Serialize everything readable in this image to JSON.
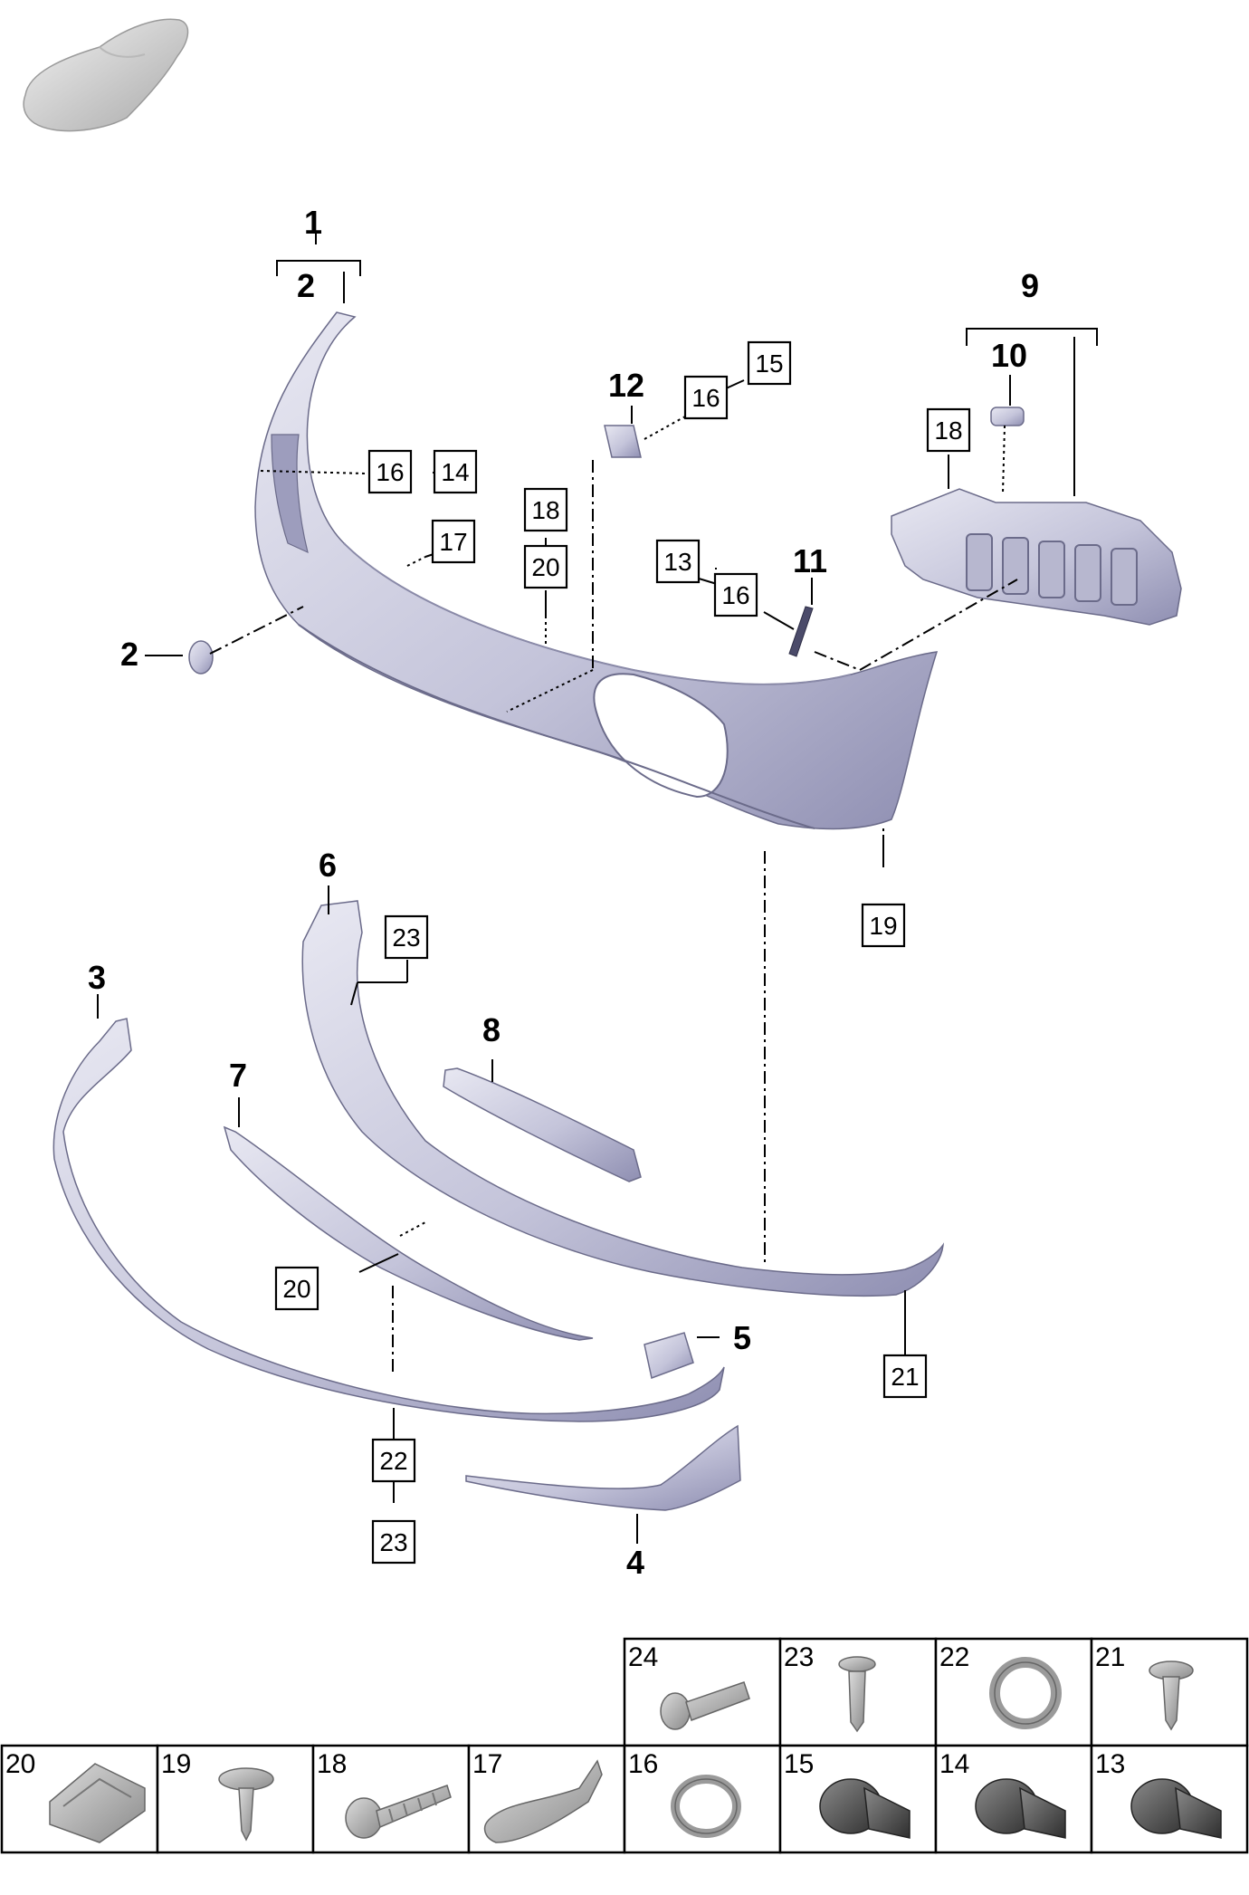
{
  "callouts_bold": {
    "c1": "1",
    "c2a": "2",
    "c2b": "2",
    "c3": "3",
    "c4": "4",
    "c5": "5",
    "c6": "6",
    "c7": "7",
    "c8": "8",
    "c9": "9",
    "c10": "10",
    "c11": "11",
    "c12": "12"
  },
  "callouts_boxed": {
    "b15": "15",
    "b16a": "16",
    "b16b": "16",
    "b14": "14",
    "b17": "17",
    "b18a": "18",
    "b20a": "20",
    "b13": "13",
    "b16c": "16",
    "b18b": "18",
    "b19": "19",
    "b23a": "23",
    "b20b": "20",
    "b21": "21",
    "b22": "22",
    "b23b": "23"
  },
  "hardware_table": {
    "top_row": [
      "24",
      "23",
      "22",
      "21"
    ],
    "bottom_row": [
      "20",
      "19",
      "18",
      "17",
      "16",
      "15",
      "14",
      "13"
    ]
  },
  "colors": {
    "part_fill": "#c9c9df",
    "part_shade": "#9d9dbd",
    "hardware_dark": "#4a4a4a"
  }
}
